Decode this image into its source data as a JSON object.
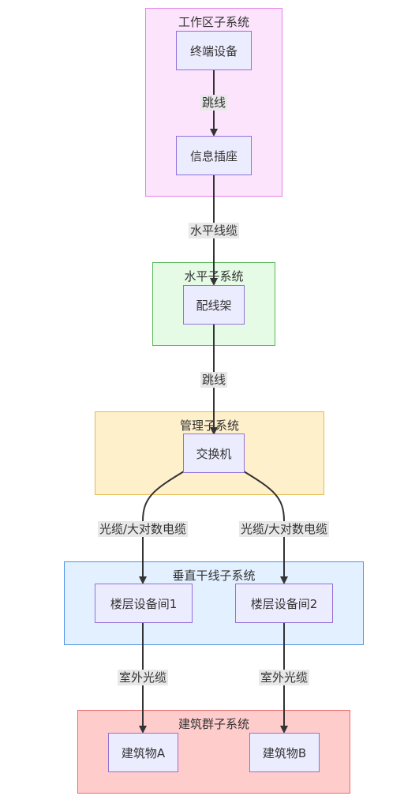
{
  "groups": {
    "workarea": {
      "title": "工作区子系统",
      "fill": "#fce4fc",
      "stroke": "#e683e6"
    },
    "horizontal": {
      "title": "水平子系统",
      "fill": "#e6fbe6",
      "stroke": "#5cb85c"
    },
    "management": {
      "title": "管理子系统",
      "fill": "#fff0cc",
      "stroke": "#e6b84d"
    },
    "backbone": {
      "title": "垂直干线子系统",
      "fill": "#e3f0ff",
      "stroke": "#4d94e6"
    },
    "campus": {
      "title": "建筑群子系统",
      "fill": "#ffcccc",
      "stroke": "#e66b6b"
    }
  },
  "nodes": {
    "terminal": "终端设备",
    "outlet": "信息插座",
    "patch_panel": "配线架",
    "switch": "交换机",
    "floor1": "楼层设备间1",
    "floor2": "楼层设备间2",
    "buildingA": "建筑物A",
    "buildingB": "建筑物B"
  },
  "edges": {
    "terminal_outlet": "跳线",
    "outlet_patch": "水平线缆",
    "patch_switch": "跳线",
    "switch_floor1": "光缆/大对数电缆",
    "switch_floor2": "光缆/大对数电缆",
    "floor1_buildingA": "室外光缆",
    "floor2_buildingB": "室外光缆"
  }
}
